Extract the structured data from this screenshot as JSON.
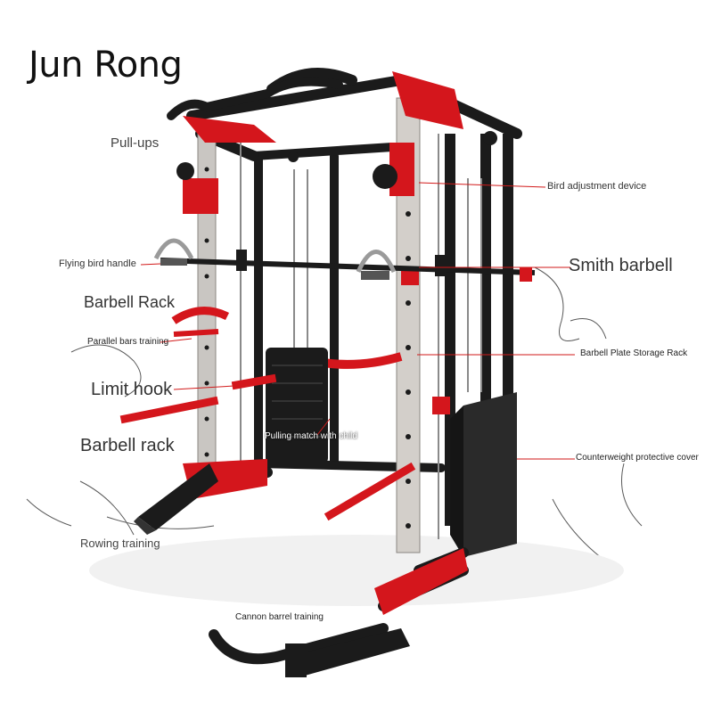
{
  "brand": "Jun Rong",
  "labels": {
    "pull_ups": "Pull-ups",
    "bird_adjustment": "Bird adjustment device",
    "flying_bird_handle": "Flying bird handle",
    "smith_barbell": "Smith barbell",
    "barbell_rack_upper": "Barbell Rack",
    "parallel_bars": "Parallel bars training",
    "plate_storage": "Barbell Plate Storage Rack",
    "limit_hook": "Limit hook",
    "pulling_match": "Pulling match with child",
    "barbell_rack_lower": "Barbell rack",
    "counterweight_cover": "Counterweight protective cover",
    "rowing": "Rowing training",
    "cannon_barrel": "Cannon barrel training"
  },
  "colors": {
    "frame_black": "#1b1b1b",
    "accent_red": "#d4161c",
    "upright_silver": "#c9c6c2",
    "cable_gray": "#8a8a8a",
    "leader_red": "#d21a1a"
  }
}
